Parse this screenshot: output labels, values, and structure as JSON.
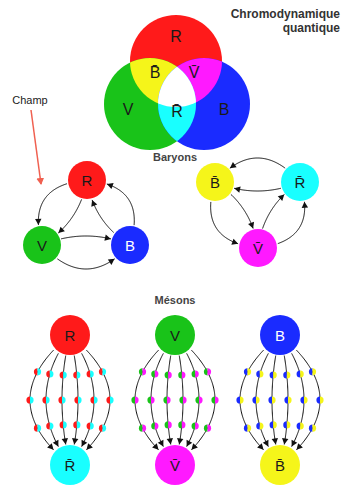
{
  "diagram": {
    "title": "Chromodynamique quantique",
    "nodes": [
      {
        "text": [
          "R"
        ]
      },
      {
        "text": [
          "V"
        ]
      },
      {
        "text": [
          "B"
        ]
      },
      {
        "text": [
          "R"
        ]
      },
      {
        "text": [
          "V"
        ]
      },
      {
        "text": [
          "B"
        ]
      },
      {
        "text": [
          "B̄"
        ]
      },
      {
        "text": [
          "R̄"
        ]
      },
      {
        "text": [
          "V̄"
        ]
      },
      {
        "text": [
          "R"
        ]
      },
      {
        "text": [
          "V"
        ]
      },
      {
        "text": [
          "B"
        ]
      },
      {
        "text": [
          "R̄"
        ]
      },
      {
        "text": [
          "V̄"
        ]
      },
      {
        "text": [
          "B̄"
        ]
      }
    ],
    "edges": [
      {
        "from": 3,
        "to": 4,
        "arrow": "to"
      },
      {
        "from": 3,
        "to": 4,
        "arrow": "to"
      },
      {
        "from": 4,
        "to": 5,
        "arrow": "to"
      },
      {
        "from": 4,
        "to": 5,
        "arrow": "to"
      },
      {
        "from": 5,
        "to": 3,
        "arrow": "to"
      },
      {
        "from": 5,
        "to": 3,
        "arrow": "to"
      },
      {
        "from": 7,
        "to": 6,
        "arrow": "to"
      },
      {
        "from": 7,
        "to": 6,
        "arrow": "to"
      },
      {
        "from": 6,
        "to": 8,
        "arrow": "to"
      },
      {
        "from": 6,
        "to": 8,
        "arrow": "to"
      },
      {
        "from": 8,
        "to": 7,
        "arrow": "to"
      },
      {
        "from": 8,
        "to": 7,
        "arrow": "to"
      },
      {
        "from": 9,
        "to": 12,
        "arrow": "to"
      },
      {
        "from": 9,
        "to": 12,
        "arrow": "to"
      },
      {
        "from": 9,
        "to": 12,
        "arrow": "to"
      },
      {
        "from": 9,
        "to": 12,
        "arrow": "to"
      },
      {
        "from": 9,
        "to": 12,
        "arrow": "to"
      },
      {
        "from": 9,
        "to": 12,
        "arrow": "to"
      },
      {
        "from": 10,
        "to": 13,
        "arrow": "to"
      },
      {
        "from": 10,
        "to": 13,
        "arrow": "to"
      },
      {
        "from": 10,
        "to": 13,
        "arrow": "to"
      },
      {
        "from": 10,
        "to": 13,
        "arrow": "to"
      },
      {
        "from": 10,
        "to": 13,
        "arrow": "to"
      },
      {
        "from": 10,
        "to": 13,
        "arrow": "to"
      },
      {
        "from": 11,
        "to": 14,
        "arrow": "to"
      },
      {
        "from": 11,
        "to": 14,
        "arrow": "to"
      },
      {
        "from": 11,
        "to": 14,
        "arrow": "to"
      },
      {
        "from": 11,
        "to": 14,
        "arrow": "to"
      },
      {
        "from": 11,
        "to": 14,
        "arrow": "to"
      },
      {
        "from": 11,
        "to": 14,
        "arrow": "to"
      }
    ],
    "labels": [
      "B̄",
      "V̄",
      "R̄",
      "Champ",
      "Baryons",
      "Mésons"
    ]
  }
}
